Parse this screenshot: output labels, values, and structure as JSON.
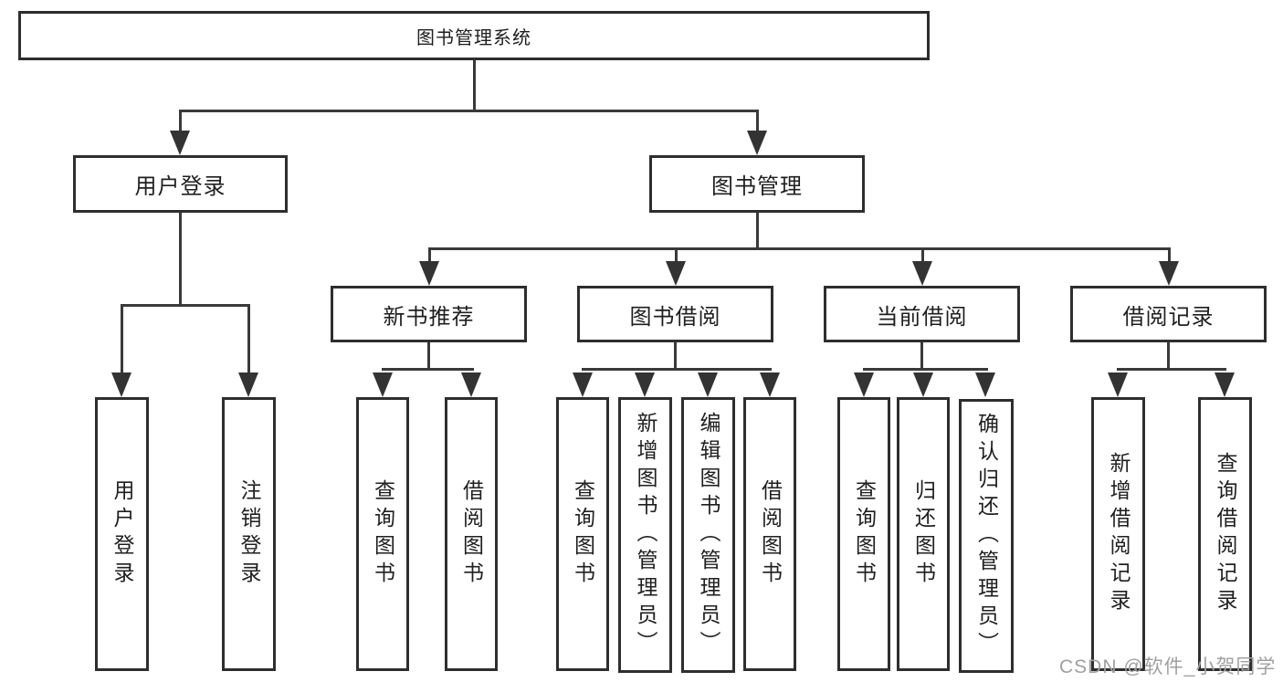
{
  "diagram": {
    "title_box": "图书管理系统",
    "branches": {
      "user_login": {
        "label": "用户登录",
        "children": [
          "用户登录",
          "注销登录"
        ]
      },
      "book_mgmt": {
        "label": "图书管理",
        "sections": [
          {
            "label": "新书推荐",
            "children": [
              "查询图书",
              "借阅图书"
            ]
          },
          {
            "label": "图书借阅",
            "children": [
              "查询图书",
              "新增图书（管理员）",
              "编辑图书（管理员）",
              "借阅图书"
            ]
          },
          {
            "label": "当前借阅",
            "children": [
              "查询图书",
              "归还图书",
              "确认归还（管理员）"
            ]
          },
          {
            "label": "借阅记录",
            "children": [
              "新增借阅记录",
              "查询借阅记录"
            ]
          }
        ]
      }
    },
    "watermark": "CSDN @软件_小贺同学",
    "colors": {
      "line": "#3a3a3a",
      "border": "#2e2e2e",
      "text": "#1f1f1f",
      "watermark": "#a0a0a0",
      "background": "#ffffff"
    }
  }
}
